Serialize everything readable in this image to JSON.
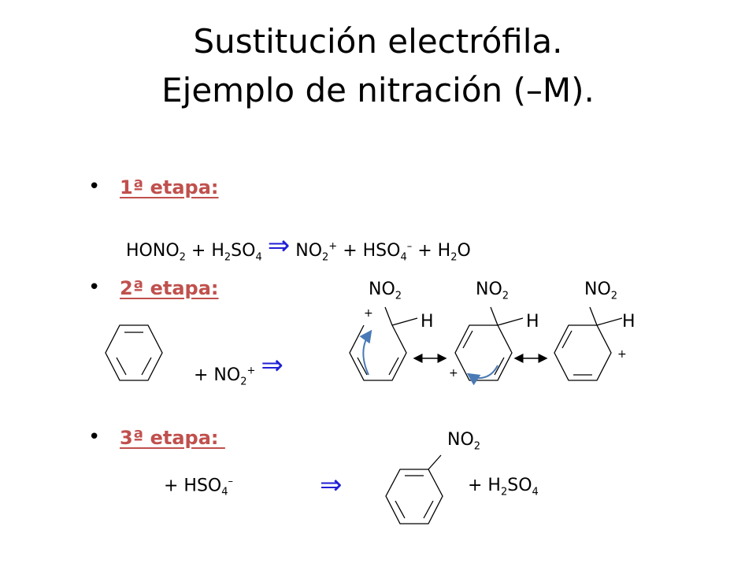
{
  "title": {
    "line1": "Sustitución electrófila.",
    "line2": "Ejemplo de nitración (–M)."
  },
  "colors": {
    "accent": "#c0504d",
    "arrow": "#1f1fd6",
    "curved_arrow": "#4a7ab5"
  },
  "step1": {
    "label": "1ª etapa:",
    "r1": "HONO",
    "r1_sub": "2",
    "plus1": " + H",
    "r2_sub1": "2",
    "r2_mid": "SO",
    "r2_sub2": "4",
    "implies": "⇒",
    "p1": "NO",
    "p1_sub": "2",
    "p1_sup": "+",
    "plus2": " + HSO",
    "p2_sub": "4",
    "p2_sup": "–",
    "plus3": " + H",
    "p3_sub": "2",
    "p3_end": "O"
  },
  "step2": {
    "label": "2ª etapa:",
    "reagent": "+ NO",
    "reagent_sub": "2",
    "reagent_sup": "+",
    "implies": "⇒",
    "no2": "NO",
    "no2_sub": "2",
    "h": "H",
    "plus": "+"
  },
  "step3": {
    "label": "3ª etapa: ",
    "reagent": "+ HSO",
    "reagent_sub": "4",
    "reagent_sup": "–",
    "implies": "⇒",
    "product": "+  H",
    "product_sub1": "2",
    "product_mid": "SO",
    "product_sub2": "4",
    "no2": "NO",
    "no2_sub": "2"
  },
  "bullet_glyph": "•"
}
